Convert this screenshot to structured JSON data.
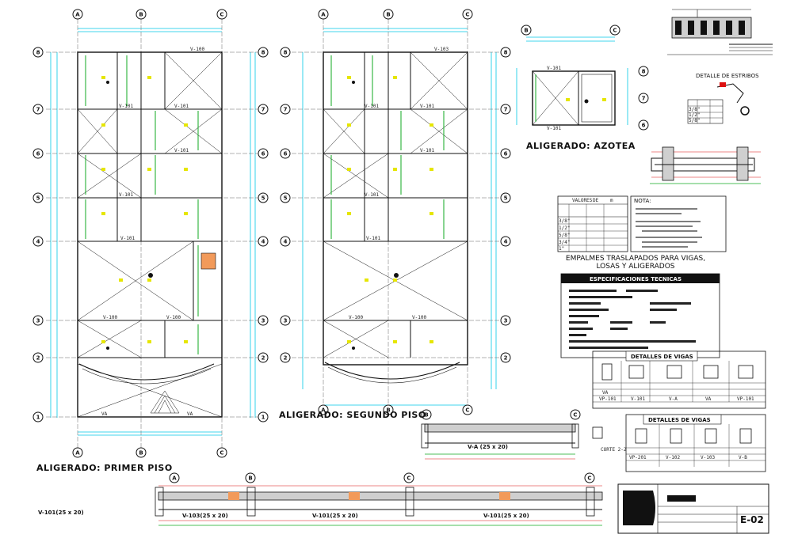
{
  "titles": {
    "first_floor": "ALIGERADO: PRIMER PISO",
    "second_floor": "ALIGERADO: SEGUNDO PISO",
    "roof": "ALIGERADO: AZOTEA",
    "splices": "EMPALMES TRASLAPADOS PARA VIGAS,",
    "splices_line2": "LOSAS Y ALIGERADOS",
    "specs": "ESPECIFICACIONES TECNICAS",
    "beam_details_1": "DETALLES DE VIGAS",
    "beam_details_2": "DETALLES DE VIGAS",
    "stirrup_detail": "DETALLE DE ESTRIBOS",
    "note_header": "NOTA:",
    "cut": "CORTE 2-2",
    "va_label": "V-A (25 x 20)",
    "sheet_number": "E-02"
  },
  "axes": {
    "letters": [
      "A",
      "B",
      "C"
    ],
    "numbers": [
      "1",
      "2",
      "3",
      "4",
      "5",
      "6",
      "7",
      "8"
    ]
  },
  "beam_tags": [
    "V-100",
    "V-101",
    "V-101",
    "V-100",
    "V-101",
    "V-101",
    "V-102",
    "V-102",
    "V-103"
  ],
  "elevation_labels": [
    "V-101(25 x 20)",
    "V-103(25 x 20)",
    "V-101(25 x 20)",
    "V-101(25 x 20)"
  ],
  "beam_section_tags_1": [
    "VA",
    "VP-101",
    "V-101",
    "V-A",
    "VA",
    "VP-101"
  ],
  "beam_section_tags_2": [
    "VP-201",
    "V-102",
    "V-103",
    "V-B"
  ],
  "splice_table_headers": [
    "VALORES",
    "DE",
    "m"
  ],
  "splice_table_rows": [
    "3/8\"",
    "1/2\"",
    "5/8\"",
    "3/4\"",
    "1\""
  ],
  "stirrup_table_rows": [
    "3/8\"",
    "1/2\"",
    "5/8\""
  ],
  "colors": {
    "line": "#111111",
    "cyan": "#00c8e6",
    "yellow": "#e6e600",
    "green": "#11aa22",
    "red": "#dd1111"
  }
}
